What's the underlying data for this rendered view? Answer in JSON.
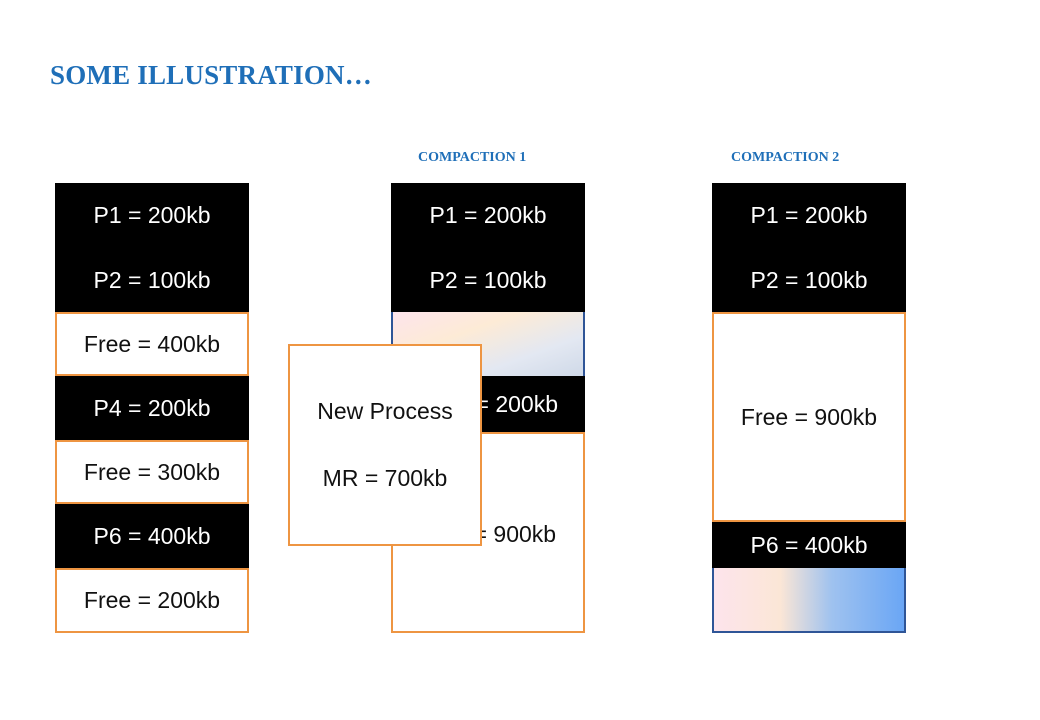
{
  "title": "SOME ILLUSTRATION…",
  "columns": [
    {
      "label": "",
      "blocks": [
        "P1 = 200kb",
        "P2 = 100kb",
        "Free = 400kb",
        "P4 = 200kb",
        "Free = 300kb",
        "P6 = 400kb",
        "Free = 200kb"
      ]
    },
    {
      "label": "COMPACTION 1",
      "blocks": [
        "P1 = 200kb",
        "P2 = 100kb",
        "",
        "P4 = 200kb",
        "Free = 900kb"
      ]
    },
    {
      "label": "COMPACTION 2",
      "blocks": [
        "P1 = 200kb",
        "P2 = 100kb",
        "Free = 900kb",
        "P6 = 400kb",
        ""
      ]
    }
  ],
  "new_process": {
    "name": "New Process",
    "requirement": "MR = 700kb"
  },
  "colors": {
    "title": "#1f6fb8",
    "process_fill": "#000000",
    "free_border": "#ee9542",
    "outline": "#2f5597"
  }
}
